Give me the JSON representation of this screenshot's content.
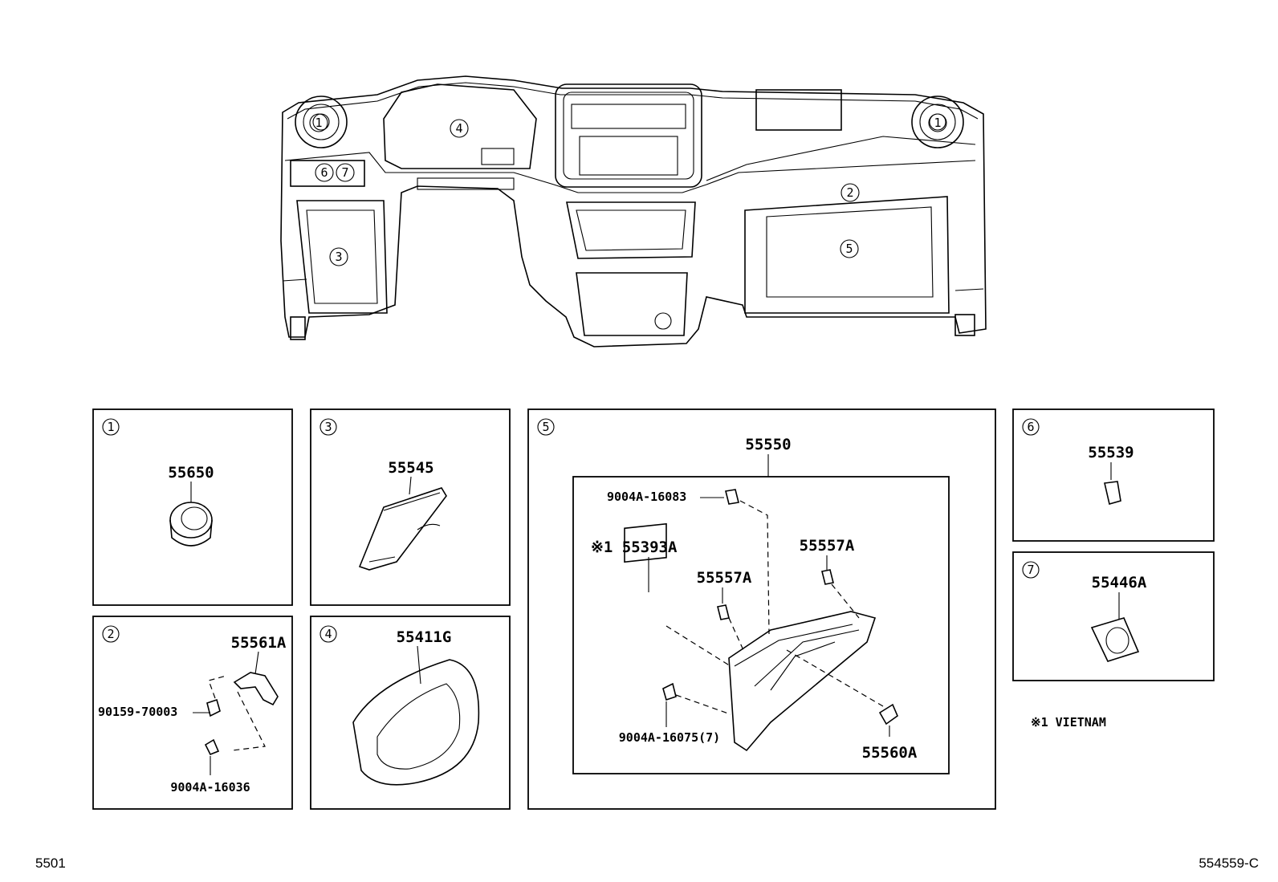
{
  "overview": {
    "callouts": [
      "1",
      "4",
      "1",
      "6",
      "7",
      "2",
      "3",
      "5"
    ]
  },
  "panels": [
    {
      "id": "1",
      "parts": [
        "55650"
      ]
    },
    {
      "id": "2",
      "parts": [
        "55561A",
        "90159-70003",
        "9004A-16036"
      ]
    },
    {
      "id": "3",
      "parts": [
        "55545"
      ]
    },
    {
      "id": "4",
      "parts": [
        "55411G"
      ]
    },
    {
      "id": "5",
      "parts": [
        "55550",
        "9004A-16083",
        "※1 55393A",
        "55557A",
        "55557A",
        "9004A-16075(7)",
        "55560A"
      ]
    },
    {
      "id": "6",
      "parts": [
        "55539"
      ]
    },
    {
      "id": "7",
      "parts": [
        "55446A"
      ]
    }
  ],
  "note": "※1 VIETNAM",
  "footer": {
    "left": "5501",
    "right": "554559-C"
  }
}
